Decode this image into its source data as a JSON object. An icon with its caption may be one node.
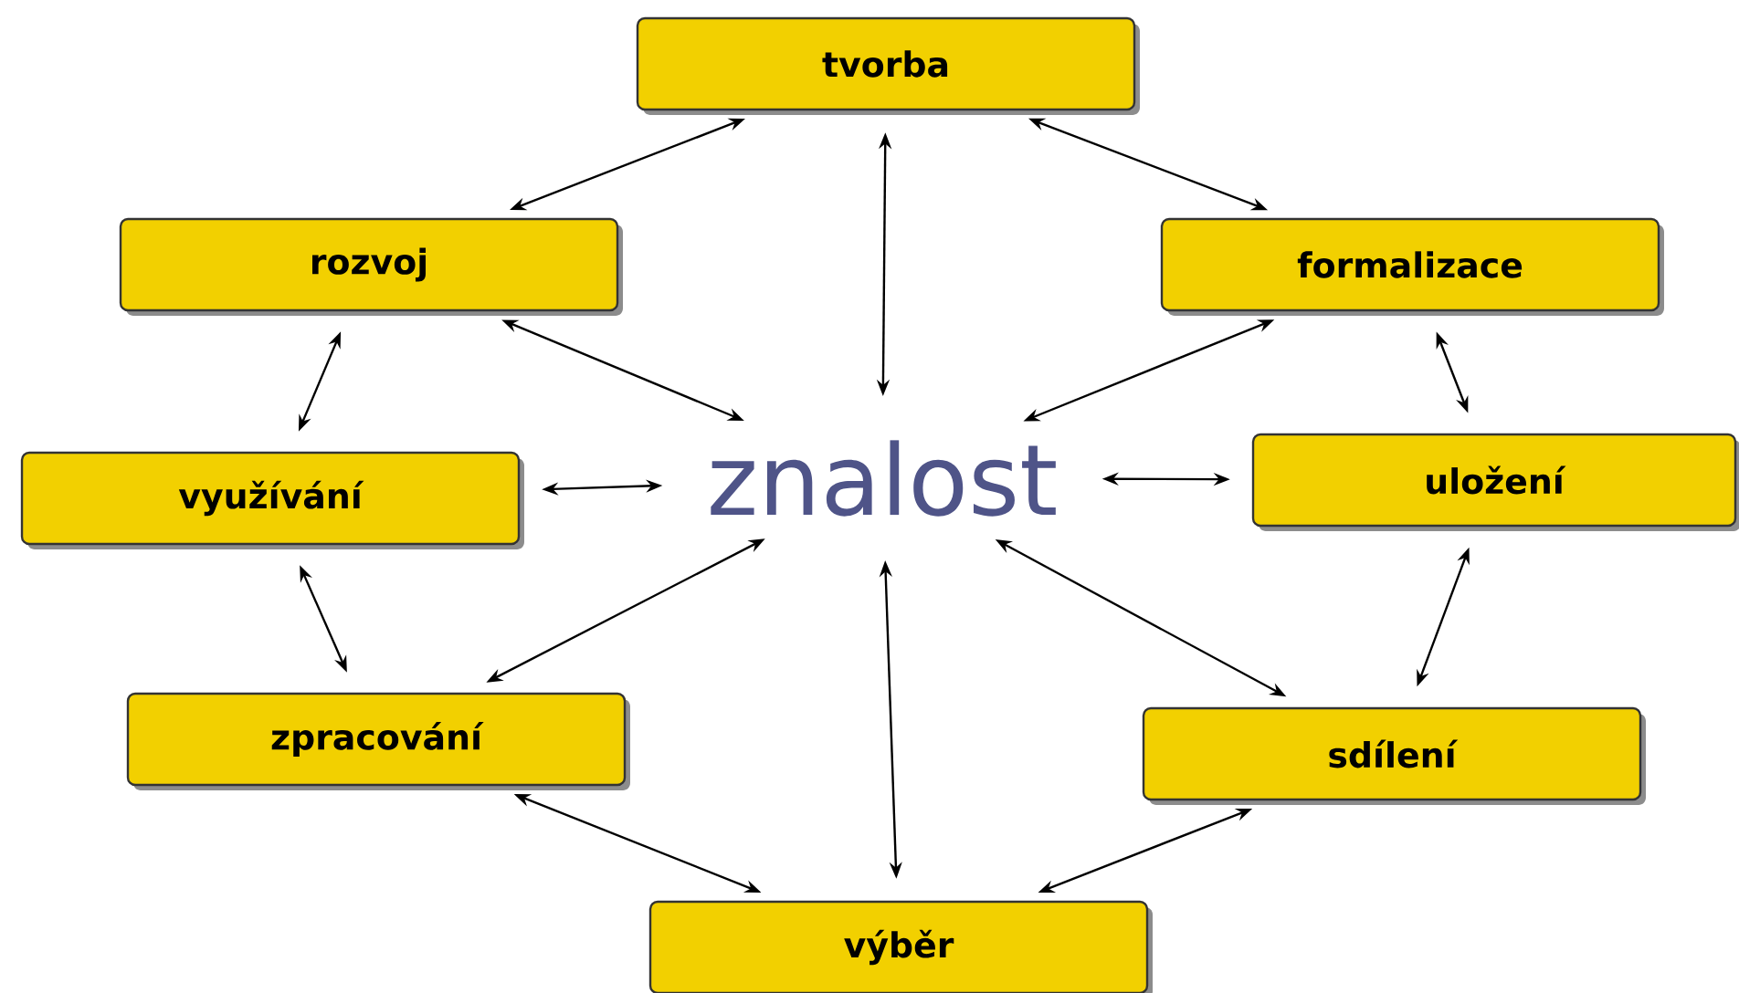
{
  "diagram": {
    "nodes": [
      {
        "text": [
          "znalost"
        ]
      },
      {
        "text": [
          "tvorba"
        ]
      },
      {
        "text": [
          "rozvoj"
        ]
      },
      {
        "text": [
          "formalizace"
        ]
      },
      {
        "text": [
          "využívání"
        ]
      },
      {
        "text": [
          "uložení"
        ]
      },
      {
        "text": [
          "zpracování"
        ]
      },
      {
        "text": [
          "sdílení"
        ]
      },
      {
        "text": [
          "výběr"
        ]
      }
    ],
    "edges": [
      {
        "from": 0,
        "to": 1,
        "arrow": "both"
      },
      {
        "from": 0,
        "to": 2,
        "arrow": "both"
      },
      {
        "from": 0,
        "to": 3,
        "arrow": "both"
      },
      {
        "from": 0,
        "to": 4,
        "arrow": "both"
      },
      {
        "from": 0,
        "to": 5,
        "arrow": "both"
      },
      {
        "from": 0,
        "to": 6,
        "arrow": "both"
      },
      {
        "from": 0,
        "to": 7,
        "arrow": "both"
      },
      {
        "from": 0,
        "to": 8,
        "arrow": "both"
      },
      {
        "from": 1,
        "to": 2,
        "arrow": "both"
      },
      {
        "from": 1,
        "to": 3,
        "arrow": "both"
      },
      {
        "from": 2,
        "to": 4,
        "arrow": "both"
      },
      {
        "from": 3,
        "to": 5,
        "arrow": "both"
      },
      {
        "from": 4,
        "to": 6,
        "arrow": "both"
      },
      {
        "from": 5,
        "to": 7,
        "arrow": "both"
      },
      {
        "from": 6,
        "to": 8,
        "arrow": "both"
      },
      {
        "from": 7,
        "to": 8,
        "arrow": "both"
      }
    ]
  }
}
